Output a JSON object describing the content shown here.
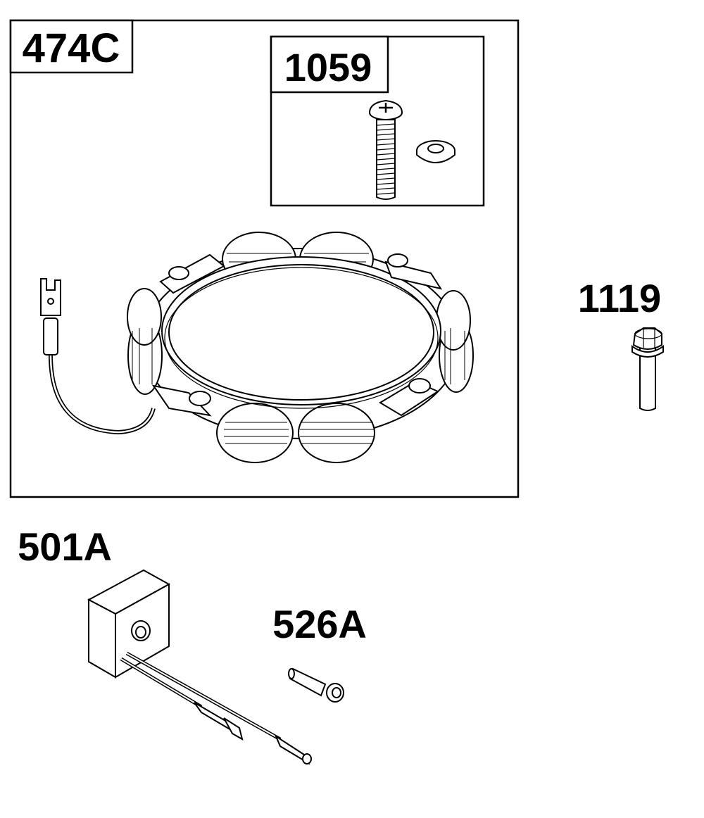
{
  "labels": {
    "stator": "474C",
    "screw_kit": "1059",
    "bolt": "1119",
    "module": "501A",
    "module_screw": "526A"
  },
  "colors": {
    "line": "#000000",
    "background": "#ffffff",
    "shade": "#dcdcdc"
  },
  "icons": [
    "stator-icon",
    "screw-icon",
    "washer-icon",
    "bolt-icon",
    "armature-module-icon",
    "pin-screw-icon",
    "wire-connector-icon"
  ]
}
